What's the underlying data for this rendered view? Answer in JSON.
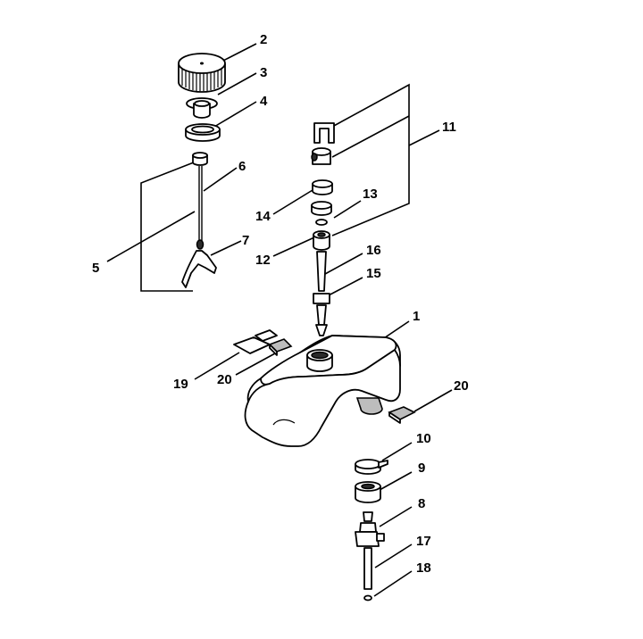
{
  "callouts": [
    "1",
    "2",
    "3",
    "4",
    "5",
    "6",
    "7",
    "8",
    "9",
    "10",
    "11",
    "12",
    "13",
    "14",
    "15",
    "16",
    "17",
    "18",
    "19",
    "20",
    "20"
  ],
  "colors": {
    "line": "#000000",
    "background": "#ffffff",
    "shade": "#bdbdbd"
  }
}
